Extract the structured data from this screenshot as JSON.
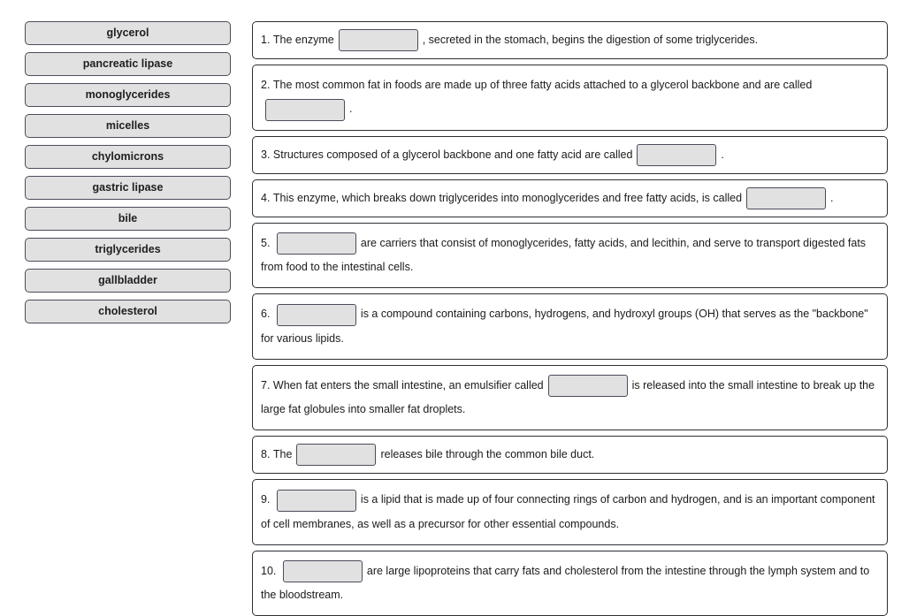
{
  "exercise": {
    "type": "drag-and-drop-fill-in-the-blank",
    "word_bank": [
      {
        "label": "glycerol"
      },
      {
        "label": "pancreatic lipase"
      },
      {
        "label": "monoglycerides"
      },
      {
        "label": "micelles"
      },
      {
        "label": "chylomicrons"
      },
      {
        "label": "gastric lipase"
      },
      {
        "label": "bile"
      },
      {
        "label": "triglycerides"
      },
      {
        "label": "gallbladder"
      },
      {
        "label": "cholesterol"
      }
    ],
    "questions": [
      {
        "number": "1.",
        "before": "The enzyme",
        "after": ", secreted in the stomach, begins the digestion of some triglycerides.",
        "lines": 1
      },
      {
        "number": "2.",
        "before": "The most common fat in foods are made up of three fatty acids attached to a glycerol backbone and are called",
        "after": ".",
        "lines": 2
      },
      {
        "number": "3.",
        "before": "Structures composed of a glycerol backbone and one fatty acid are called",
        "after": ".",
        "lines": 1
      },
      {
        "number": "4.",
        "before": "This enzyme, which breaks down triglycerides into monoglycerides and free fatty acids, is called",
        "after": ".",
        "lines": 1
      },
      {
        "number": "5.",
        "before": "",
        "after": "are carriers that consist of monoglycerides, fatty acids, and lecithin, and serve to transport digested fats from food to the intestinal cells.",
        "lines": 2
      },
      {
        "number": "6.",
        "before": "",
        "after": "is a compound containing carbons, hydrogens, and hydroxyl groups (OH) that serves as the \"backbone\" for various lipids.",
        "lines": 2
      },
      {
        "number": "7.",
        "before": "When fat enters the small intestine, an emulsifier called",
        "after": "is released into the small intestine to break up the large fat globules into smaller fat droplets.",
        "lines": 2
      },
      {
        "number": "8.",
        "before": "The",
        "after": "releases bile through the common bile duct.",
        "lines": 1
      },
      {
        "number": "9.",
        "before": "",
        "after": "is a lipid that is made up of four connecting rings of carbon and hydrogen, and is an important component of cell membranes, as well as a precursor for other essential compounds.",
        "lines": 2
      },
      {
        "number": "10.",
        "before": "",
        "after": "are large lipoproteins that carry fats and cholesterol from the intestine through the lymph system and to the bloodstream.",
        "lines": 2
      }
    ]
  },
  "colors": {
    "page_background": "#ffffff",
    "chip_fill": "#e1e1e1",
    "chip_border": "#4b4b5c",
    "panel_border": "#2b2f33",
    "panel_fill": "#ffffff",
    "text": "#1a1a1a"
  }
}
